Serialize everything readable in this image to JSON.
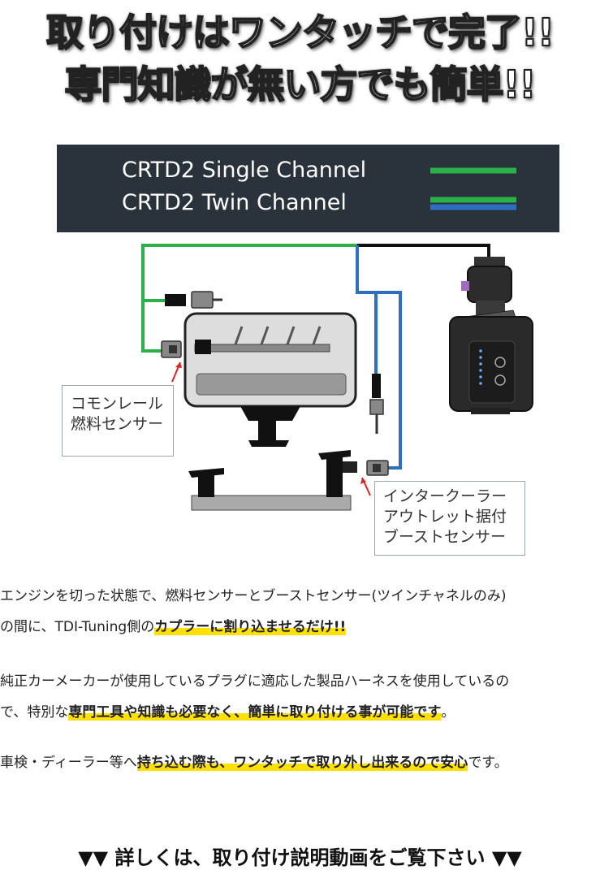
{
  "headline": {
    "line1": "取り付けはワンタッチで完了!!",
    "line2": "専門知識が無い方でも簡単!!"
  },
  "legend": {
    "single": "CRTD2 Single Channel",
    "twin": "CRTD2 Twin Channel",
    "bg_color": "#2a333c",
    "green": "#2bb04a",
    "blue": "#2e6fc0"
  },
  "callouts": {
    "fuel": [
      "コモンレール",
      "燃料センサー"
    ],
    "boost": [
      "インタークーラー",
      "アウトレット据付",
      "ブーストセンサー"
    ]
  },
  "paragraphs": {
    "p1_line1": "エンジンを切った状態で、燃料センサーとブーストセンサー(ツインチャネルのみ)",
    "p1_line2_pre": "の間に、TDI-Tuning側の",
    "p1_line2_hl": "カプラーに割り込ませるだけ!!",
    "p2_line1": "純正カーメーカーが使用しているプラグに適応した製品ハーネスを使用しているの",
    "p2_line2_pre": "で、特別な",
    "p2_line2_hl": "専門工具や知識も必要なく、簡単に取り付ける事が可能です",
    "p2_line2_post": "。",
    "p3_pre": "車検・ディーラー等へ",
    "p3_hl": "持ち込む際も、ワンタッチで取り外し出来るので安心",
    "p3_post": "です。"
  },
  "footer": "▼▼ 詳しくは、取り付け説明動画をご覧下さい ▼▼"
}
